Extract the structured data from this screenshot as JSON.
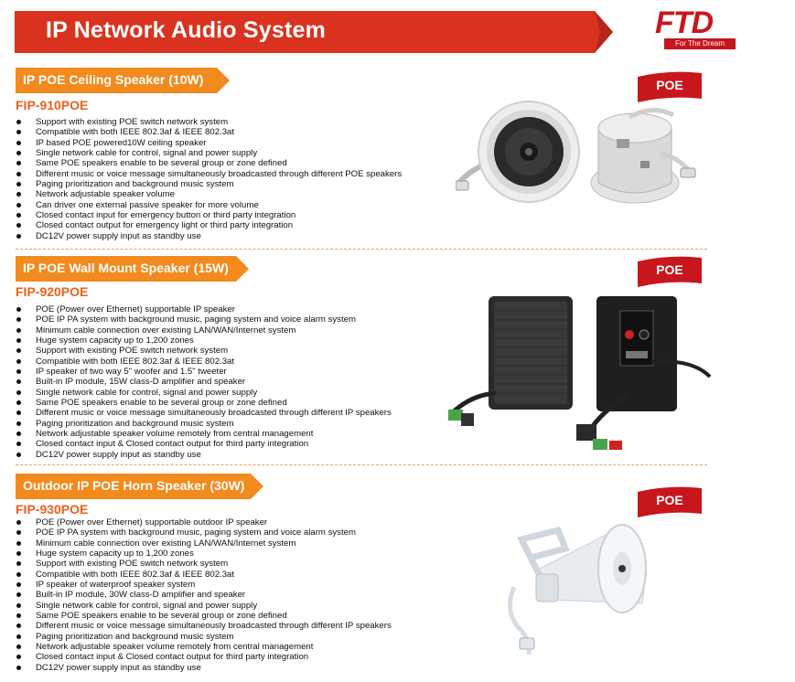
{
  "header": {
    "title": "IP Network Audio System",
    "banner_color": "#d9331f"
  },
  "logo": {
    "text": "FTD",
    "tagline": "For The Dream",
    "color": "#c8161d"
  },
  "badge_label": "POE",
  "accent_color": "#f28a1e",
  "sections": [
    {
      "title": "IP POE Ceiling Speaker (10W)",
      "model": "FIP-910POE",
      "features": [
        "Support with existing POE switch network system",
        "Compatible with both IEEE 802.3af & IEEE 802.3at",
        "IP based POE powered10W ceiling speaker",
        "Single network cable for control, signal and power supply",
        "Same POE speakers enable to be several group or zone defined",
        "Different music or voice message simultaneously broadcasted through different POE speakers",
        "Paging prioritization and background music system",
        "Network adjustable speaker volume",
        "Can driver one external passive speaker for more volume",
        "Closed contact input for emergency button or third party integration",
        "Closed contact output for emergency light or third party integration",
        "DC12V power supply input as standby use"
      ]
    },
    {
      "title": "IP POE Wall Mount Speaker (15W)",
      "model": "FIP-920POE",
      "features": [
        "POE (Power over Ethernet) supportable IP speaker",
        "POE IP PA system with background music, paging system and voice alarm system",
        "Minimum cable connection over existing LAN/WAN/Internet system",
        "Huge system capacity up to 1,200 zones",
        "Support with existing POE switch network system",
        "Compatible with both IEEE 802.3af & IEEE 802.3at",
        "IP speaker of two way 5\" woofer and 1.5\" tweeter",
        "Built-in IP module, 15W class-D amplifier and speaker",
        "Single network cable for control, signal and power supply",
        "Same POE speakers enable to be several group or zone defined",
        "Different music or voice message simultaneously broadcasted through different IP speakers",
        "Paging prioritization and background music system",
        "Network adjustable speaker volume remotely from central management",
        "Closed contact input & Closed contact output for third party integration",
        "DC12V power supply input as standby use"
      ]
    },
    {
      "title": "Outdoor IP POE Horn Speaker (30W)",
      "model": "FIP-930POE",
      "features": [
        "POE (Power over Ethernet) supportable outdoor IP speaker",
        "POE IP PA system with background music, paging system and voice alarm system",
        "Minimum cable connection over existing LAN/WAN/Internet system",
        "Huge system capacity up to 1,200 zones",
        "Support with existing POE switch network system",
        "Compatible with both IEEE 802.3af & IEEE 802.3at",
        "IP speaker of waterproof speaker system",
        "Built-in IP module, 30W class-D amplifier and speaker",
        "Single network cable for control, signal and power supply",
        "Same POE speakers enable to be several group or zone defined",
        "Different music or voice message simultaneously broadcasted through different IP speakers",
        "Paging prioritization and background music system",
        "Network adjustable speaker volume remotely from central management",
        "Closed contact input & Closed contact output for third party integration",
        "DC12V power supply input as standby use"
      ]
    }
  ]
}
